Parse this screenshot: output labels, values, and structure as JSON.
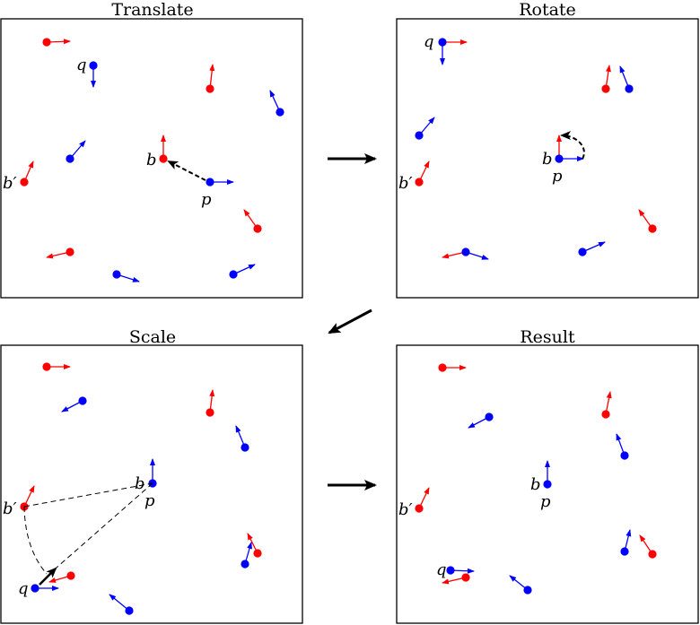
{
  "panels": [
    {
      "id": "translate",
      "title": "Translate"
    },
    {
      "id": "rotate",
      "title": "Rotate"
    },
    {
      "id": "scale",
      "title": "Scale"
    },
    {
      "id": "result",
      "title": "Result"
    }
  ],
  "labels": {
    "b": "b",
    "b_prime": "b′",
    "p": "p",
    "q": "q"
  },
  "colors": {
    "red": "#ff0000",
    "blue": "#0000ff",
    "black": "#000000"
  }
}
